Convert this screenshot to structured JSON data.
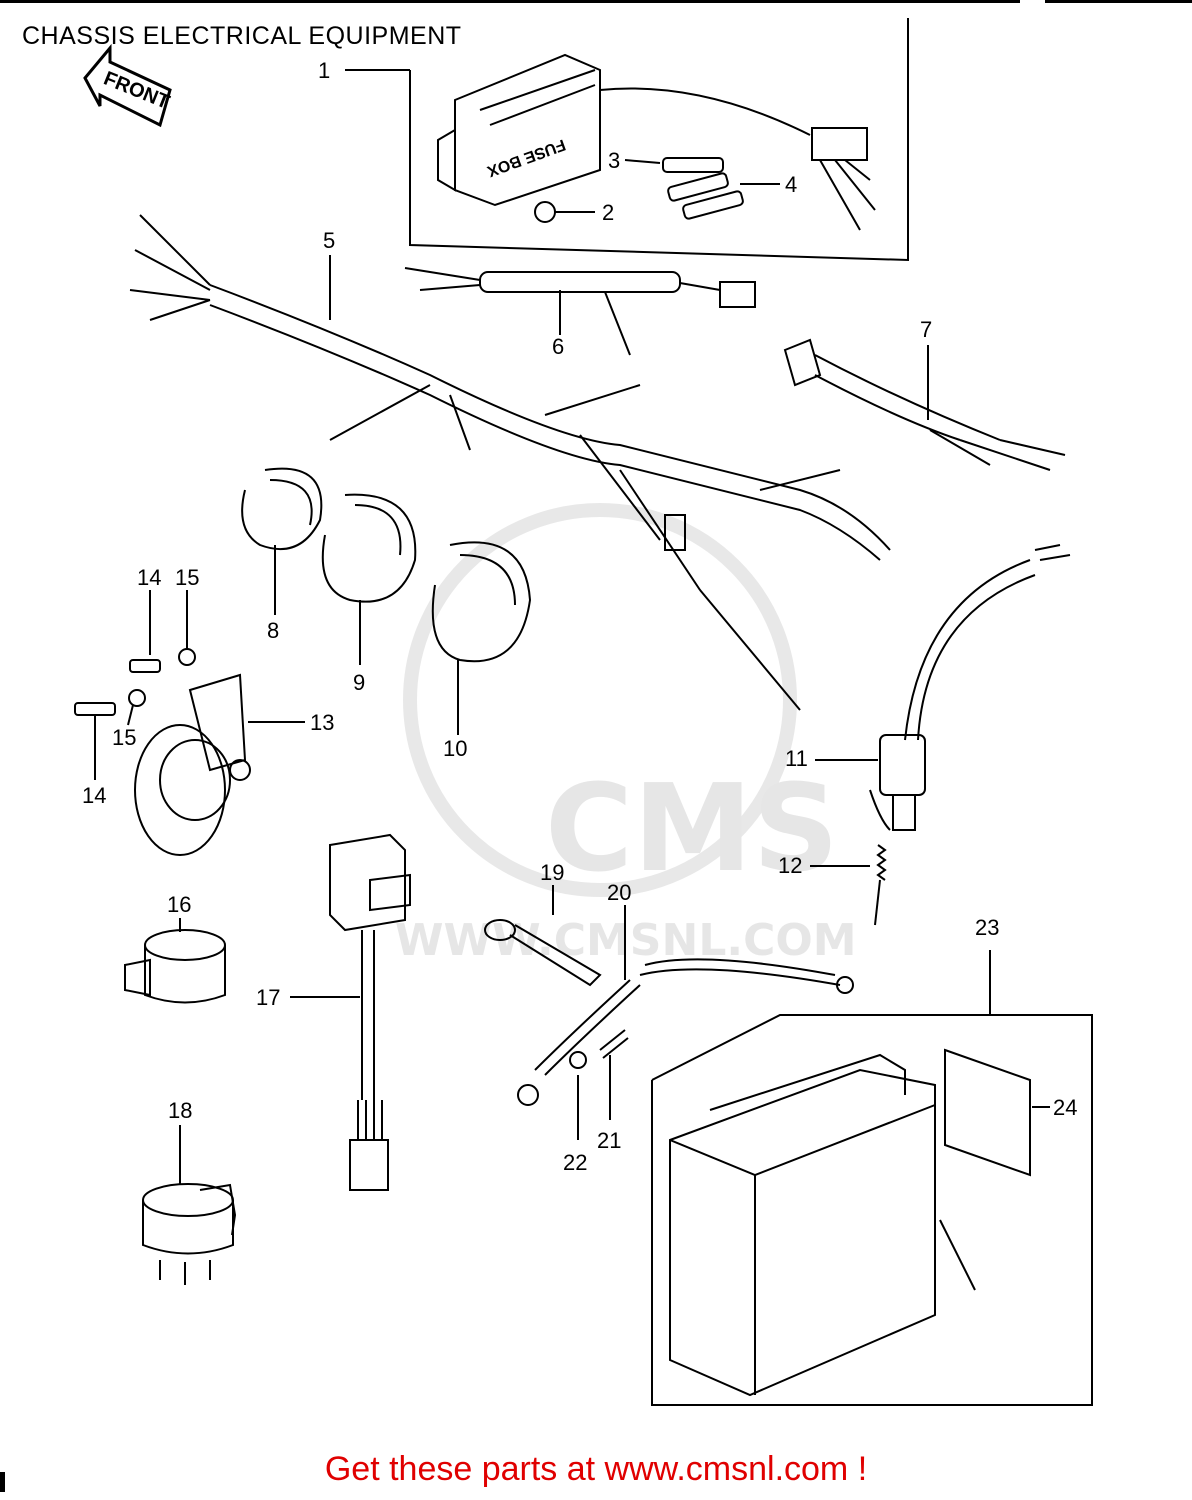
{
  "header": {
    "title": "CHASSIS ELECTRICAL EQUIPMENT",
    "front_arrow": "FRONT"
  },
  "fuse_box_text": "FUSE BOX",
  "watermark": {
    "logo": "CMS",
    "url": "WWW.CMSNL.COM"
  },
  "footer": {
    "text": "Get these parts at www.cmsnl.com !"
  },
  "callouts": [
    "1",
    "2",
    "3",
    "4",
    "5",
    "6",
    "7",
    "8",
    "9",
    "10",
    "11",
    "12",
    "13",
    "14",
    "15",
    "14",
    "15",
    "16",
    "17",
    "18",
    "19",
    "20",
    "21",
    "22",
    "23",
    "24"
  ]
}
